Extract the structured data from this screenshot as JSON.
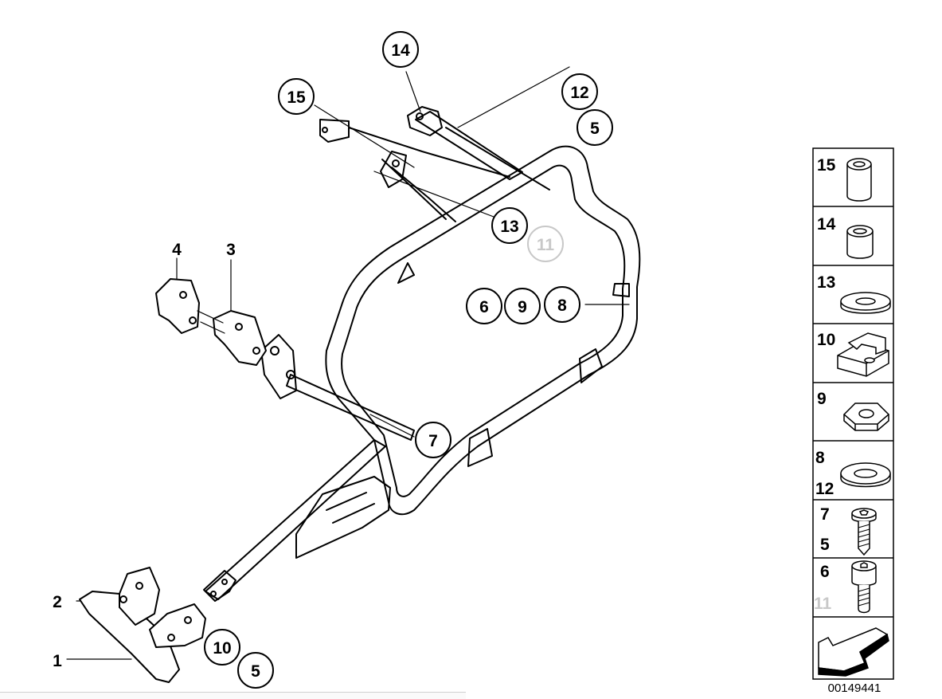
{
  "callouts": {
    "c14": "14",
    "c15": "15",
    "c12": "12",
    "c5_top": "5",
    "c13": "13",
    "c11": "11",
    "c6": "6",
    "c9": "9",
    "c8": "8",
    "c7": "7",
    "c10": "10",
    "c5_bottom": "5"
  },
  "labels": {
    "l4": "4",
    "l3": "3",
    "l2": "2",
    "l1": "1"
  },
  "legend": {
    "r15": "15",
    "r14": "14",
    "r13": "13",
    "r10": "10",
    "r9": "9",
    "r8a": "8",
    "r8b": "12",
    "r7a": "7",
    "r7b": "5",
    "r6a": "6",
    "r6b": "11"
  },
  "diagram_id": "00149441",
  "colors": {
    "ink": "#000000",
    "faded": "#c8c8c8"
  }
}
